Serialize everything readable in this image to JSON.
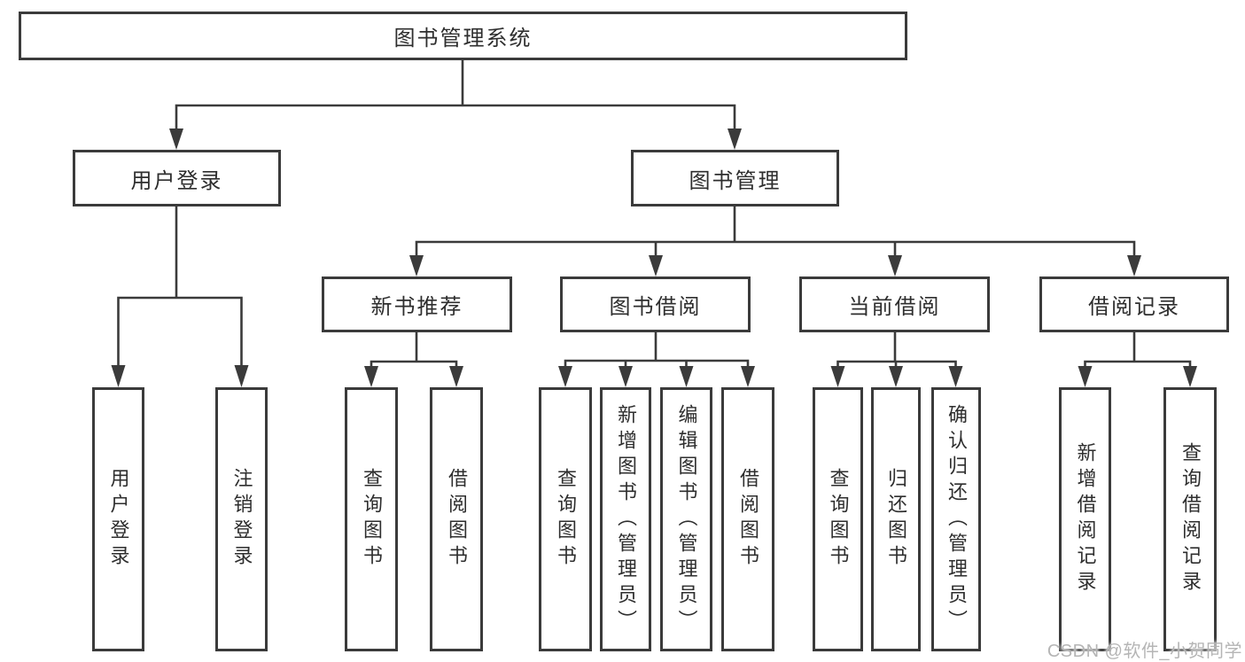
{
  "diagram": {
    "root": "图书管理系统",
    "level1": {
      "user_login": "用户登录",
      "book_mgmt": "图书管理"
    },
    "level2": {
      "new_books": "新书推荐",
      "book_borrow": "图书借阅",
      "current_borrow": "当前借阅",
      "borrow_records": "借阅记录"
    },
    "leaves": {
      "user_login": [
        "用户登录",
        "注销登录"
      ],
      "new_books": [
        "查询图书",
        "借阅图书"
      ],
      "book_borrow": [
        "查询图书",
        "新增图书（管理员）",
        "编辑图书（管理员）",
        "借阅图书"
      ],
      "current_borrow": [
        "查询图书",
        "归还图书",
        "确认归还（管理员）"
      ],
      "borrow_records": [
        "新增借阅记录",
        "查询借阅记录"
      ]
    }
  },
  "watermark": "CSDN @软件_小贺同学",
  "colors": {
    "line": "#3b3b3b",
    "text": "#2e2e2e",
    "background": "#ffffff",
    "watermark": "#b5b5b5"
  }
}
